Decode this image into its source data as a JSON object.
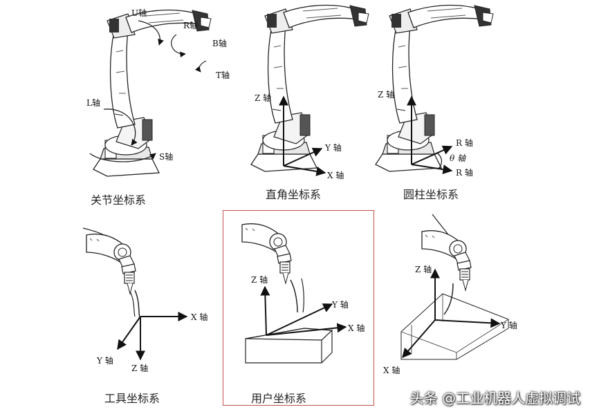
{
  "panels": [
    {
      "caption": "关节坐标系",
      "axes": {
        "u": "U轴",
        "r": "R轴",
        "b": "B轴",
        "t": "T轴",
        "l": "L轴",
        "s": "S轴"
      }
    },
    {
      "caption": "直角坐标系",
      "axes": {
        "z": "Z 轴",
        "y": "Y 轴",
        "x": "X 轴"
      }
    },
    {
      "caption": "圆柱坐标系",
      "axes": {
        "z": "Z 轴",
        "r1": "R 轴",
        "theta": "θ 轴",
        "r2": "R 轴"
      }
    },
    {
      "caption": "工具坐标系",
      "axes": {
        "x": "X 轴",
        "y": "Y 轴",
        "z": "Z 轴"
      }
    },
    {
      "caption": "用户坐标系",
      "axes": {
        "z": "Z 轴",
        "y": "Y 轴",
        "x": "X 轴"
      }
    },
    {
      "caption": "",
      "axes": {
        "z": "Z 轴",
        "y": "Y 轴",
        "x": "X 轴"
      }
    }
  ],
  "highlight_color": "#c0504d",
  "watermark": "头条 @工业机器人虚拟调试"
}
